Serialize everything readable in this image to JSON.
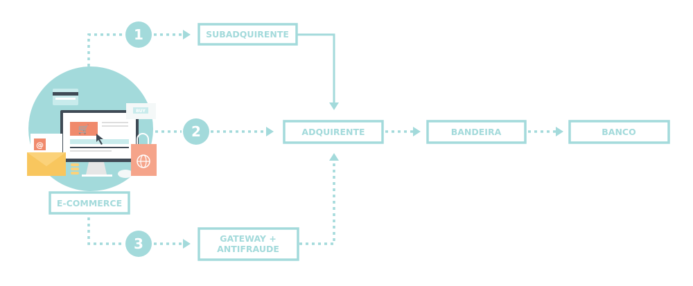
{
  "nodes": {
    "ecommerce": "E-COMMERCE",
    "subadquirente": "SUBADQUIRENTE",
    "adquirente": "ADQUIRENTE",
    "bandeira": "BANDEIRA",
    "banco": "BANCO",
    "gateway_line1": "GATEWAY +",
    "gateway_line2": "ANTIFRAUDE"
  },
  "steps": [
    "1",
    "2",
    "3"
  ],
  "illustration": {
    "buy_label": "BUY",
    "at_symbol": "@"
  },
  "colors": {
    "accent": "#a3dadb",
    "orange": "#f08a6c",
    "yellow": "#fbd27a",
    "dark": "#3f4a55"
  }
}
